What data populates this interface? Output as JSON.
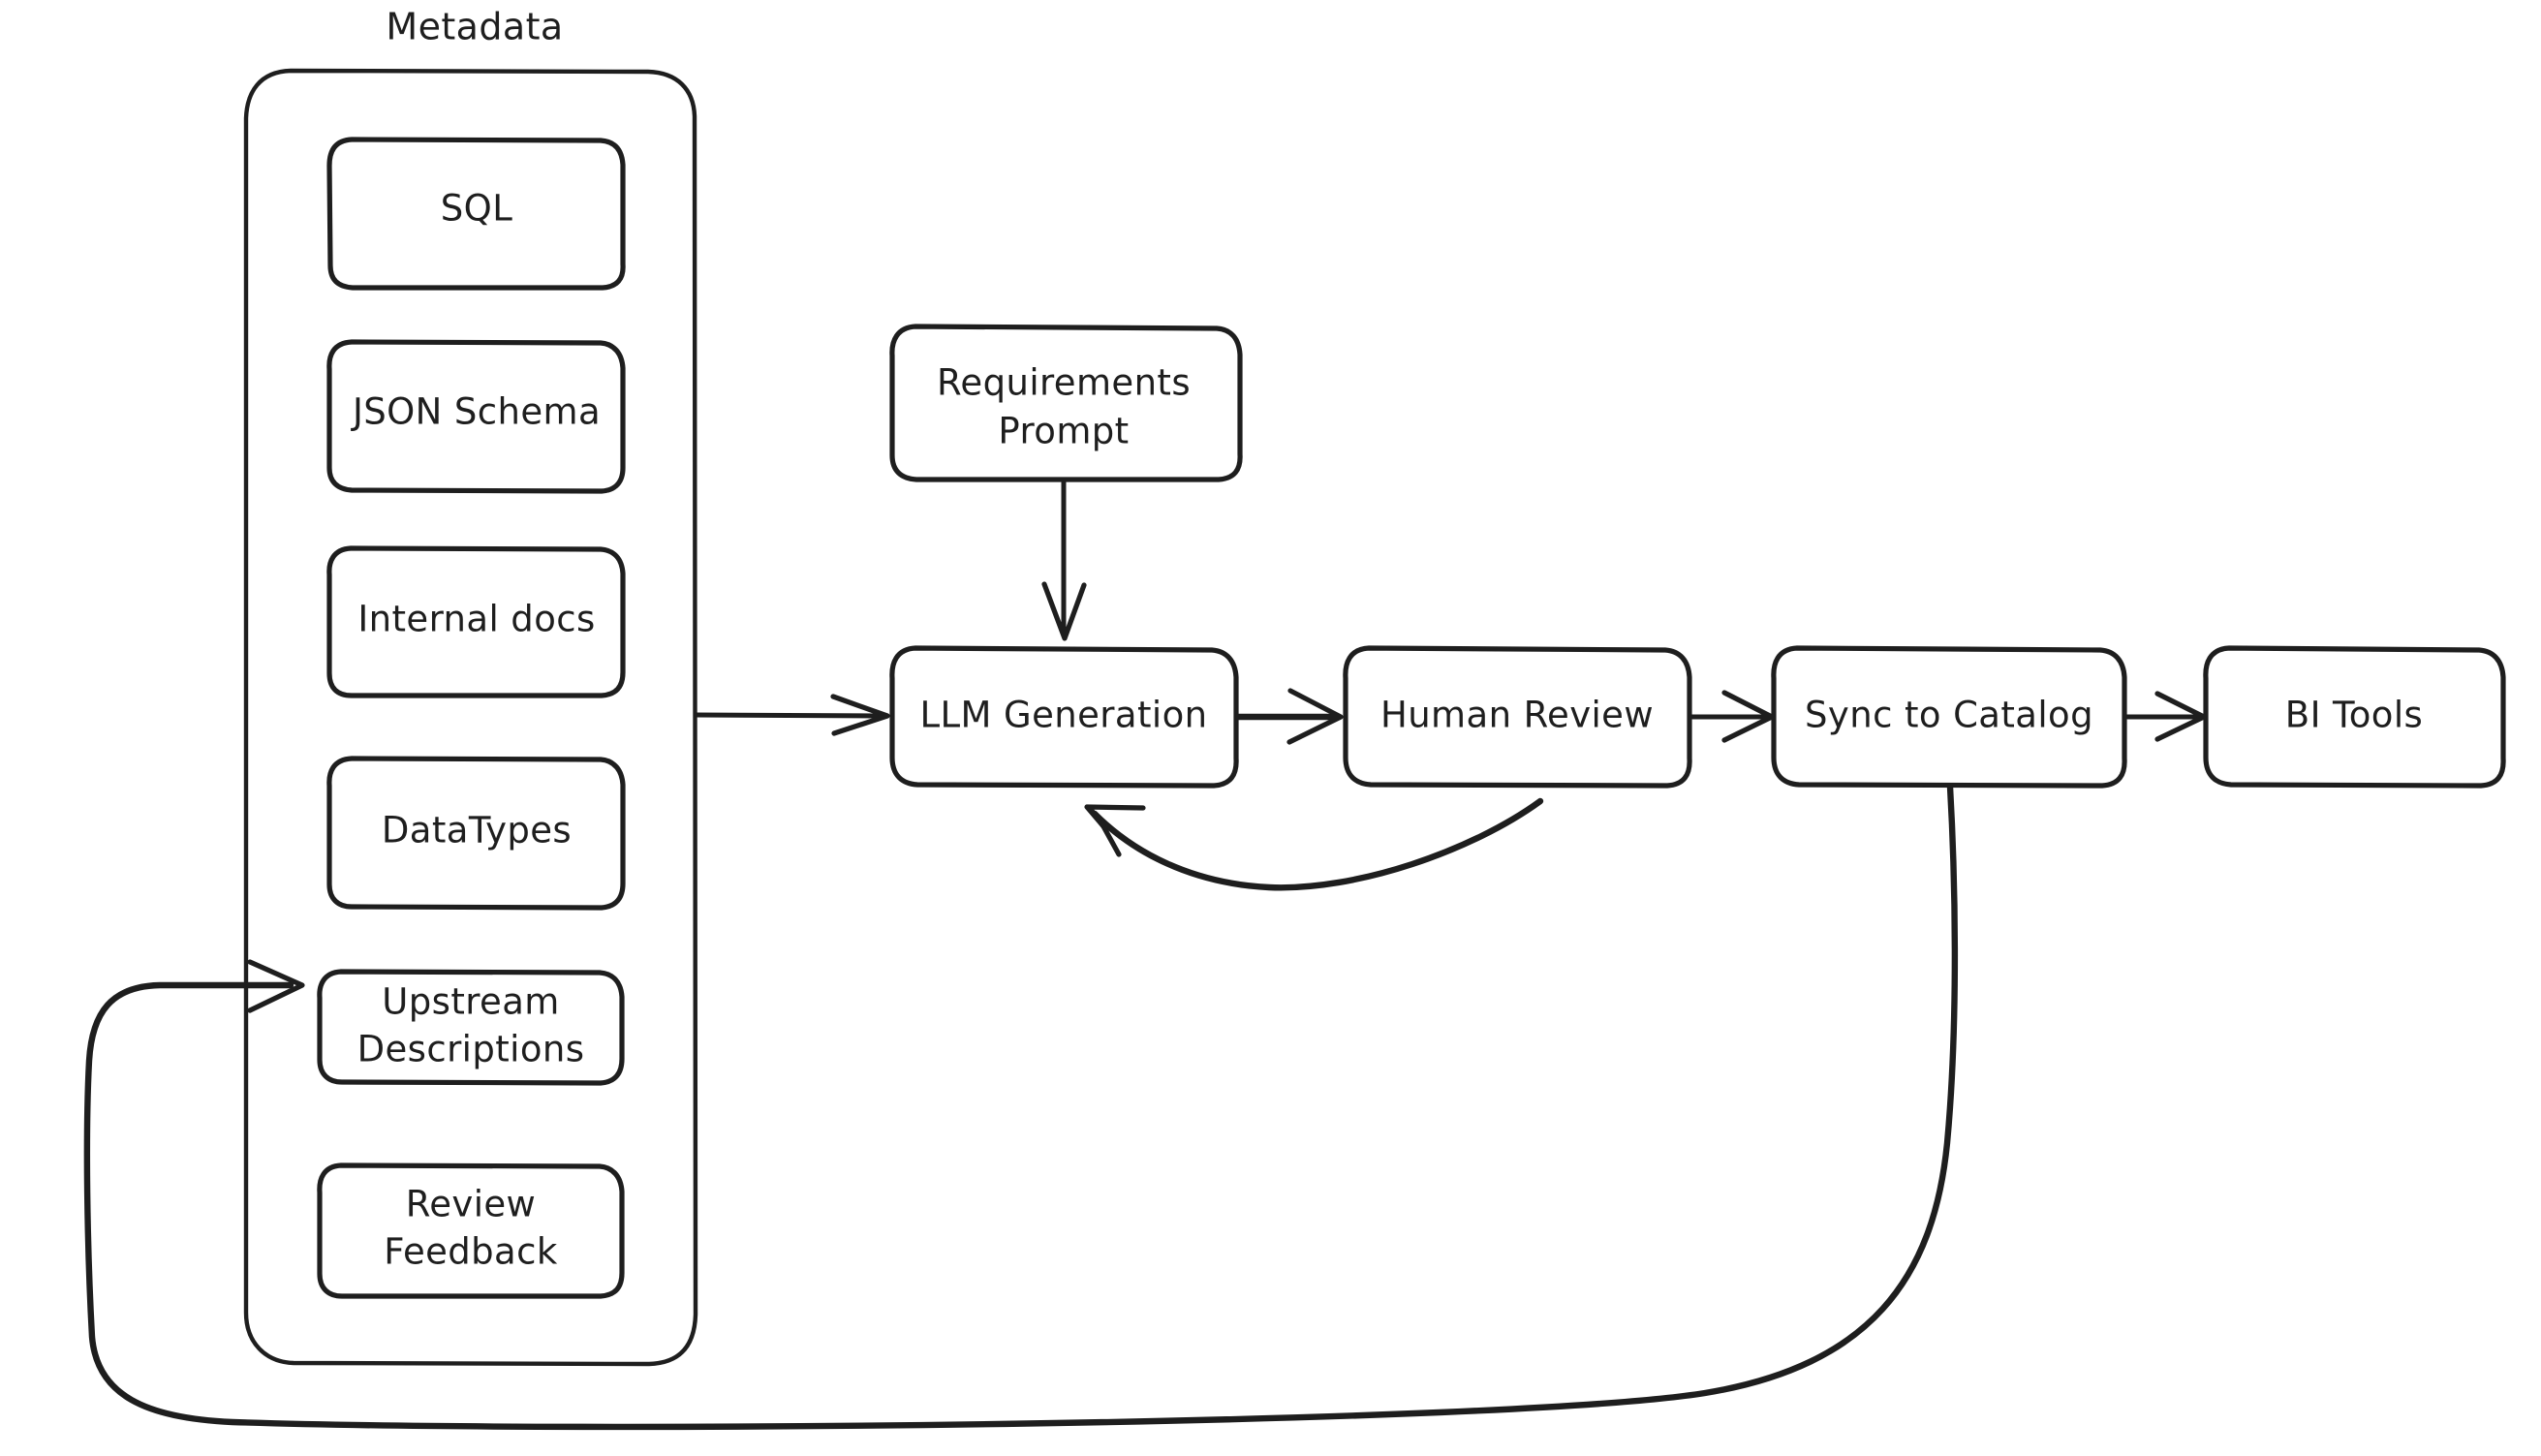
{
  "diagram": {
    "title": "Metadata to BI Tools documentation pipeline",
    "style": "hand-drawn",
    "background_color": "#ffffff",
    "stroke_color": "#1e1e1e",
    "node_fill_color": "#ffffff"
  },
  "group": {
    "label": "Metadata",
    "name": "metadata-group"
  },
  "metadata_items": [
    {
      "id": "sql",
      "label": "SQL"
    },
    {
      "id": "json-schema",
      "label": "JSON Schema"
    },
    {
      "id": "internal-docs",
      "label": "Internal docs"
    },
    {
      "id": "datatypes",
      "label": "DataTypes"
    },
    {
      "id": "upstream-descriptions",
      "label_line1": "Upstream",
      "label_line2": "Descriptions"
    },
    {
      "id": "review-feedback",
      "label_line1": "Review",
      "label_line2": "Feedback"
    }
  ],
  "pipeline": [
    {
      "id": "llm-generation",
      "label": "LLM Generation"
    },
    {
      "id": "human-review",
      "label": "Human Review"
    },
    {
      "id": "sync-to-catalog",
      "label": "Sync to Catalog"
    },
    {
      "id": "bi-tools",
      "label": "BI Tools"
    }
  ],
  "prompt_node": {
    "id": "requirements-prompt",
    "label_line1": "Requirements",
    "label_line2": "Prompt"
  },
  "edges": [
    {
      "id": "metadata-to-llm",
      "from": "metadata-group",
      "to": "llm-generation",
      "kind": "arrow"
    },
    {
      "id": "prompt-to-llm",
      "from": "requirements-prompt",
      "to": "llm-generation",
      "kind": "arrow"
    },
    {
      "id": "llm-to-review",
      "from": "llm-generation",
      "to": "human-review",
      "kind": "arrow"
    },
    {
      "id": "review-to-sync",
      "from": "human-review",
      "to": "sync-to-catalog",
      "kind": "arrow"
    },
    {
      "id": "sync-to-bi",
      "from": "sync-to-catalog",
      "to": "bi-tools",
      "kind": "arrow"
    },
    {
      "id": "review-back-to-llm",
      "from": "human-review",
      "to": "llm-generation",
      "kind": "curved-feedback-arrow"
    },
    {
      "id": "sync-to-upstream-descriptions",
      "from": "sync-to-catalog",
      "to": "upstream-descriptions",
      "kind": "long-loop-arrow"
    }
  ]
}
